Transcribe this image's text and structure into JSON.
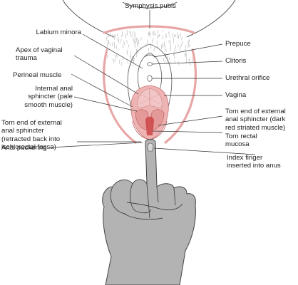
{
  "labels": {
    "symphysis_pubis": "Symphysis pubis",
    "labium_minora": "Labium minora",
    "apex_vaginal_trauma": "Apex of vaginal\ntrauma",
    "perineal_muscle": "Perineal muscle",
    "internal_anal_sphincter": "Internal anal\nsphincter (pale\nsmooth muscle)",
    "torn_end_external_left": "Torn end of external\nanal sphincter\n(retracted back into\nischiorectal fossa)",
    "anal_puckering": "Anal puckering",
    "prepuce": "Prepuce",
    "clitoris": "Clitoris",
    "urethral_orifice": "Urethral orifice",
    "vagina": "Vagina",
    "torn_end_external_right": "Torn end of external\nanal sphincter (dark\nred striated muscle)",
    "torn_rectal_mucosa": "Torn rectal\nmucosa",
    "index_finger": "Index finger\ninserted into anus"
  },
  "colors": {
    "outline": "#555555",
    "leader": "#333333",
    "wound": "#e8a6a6",
    "wound_dark": "#d06e6e",
    "hand": "#b3b3b3",
    "hair": "#bdbdbd",
    "pubic_band": "#e8a6a6"
  }
}
